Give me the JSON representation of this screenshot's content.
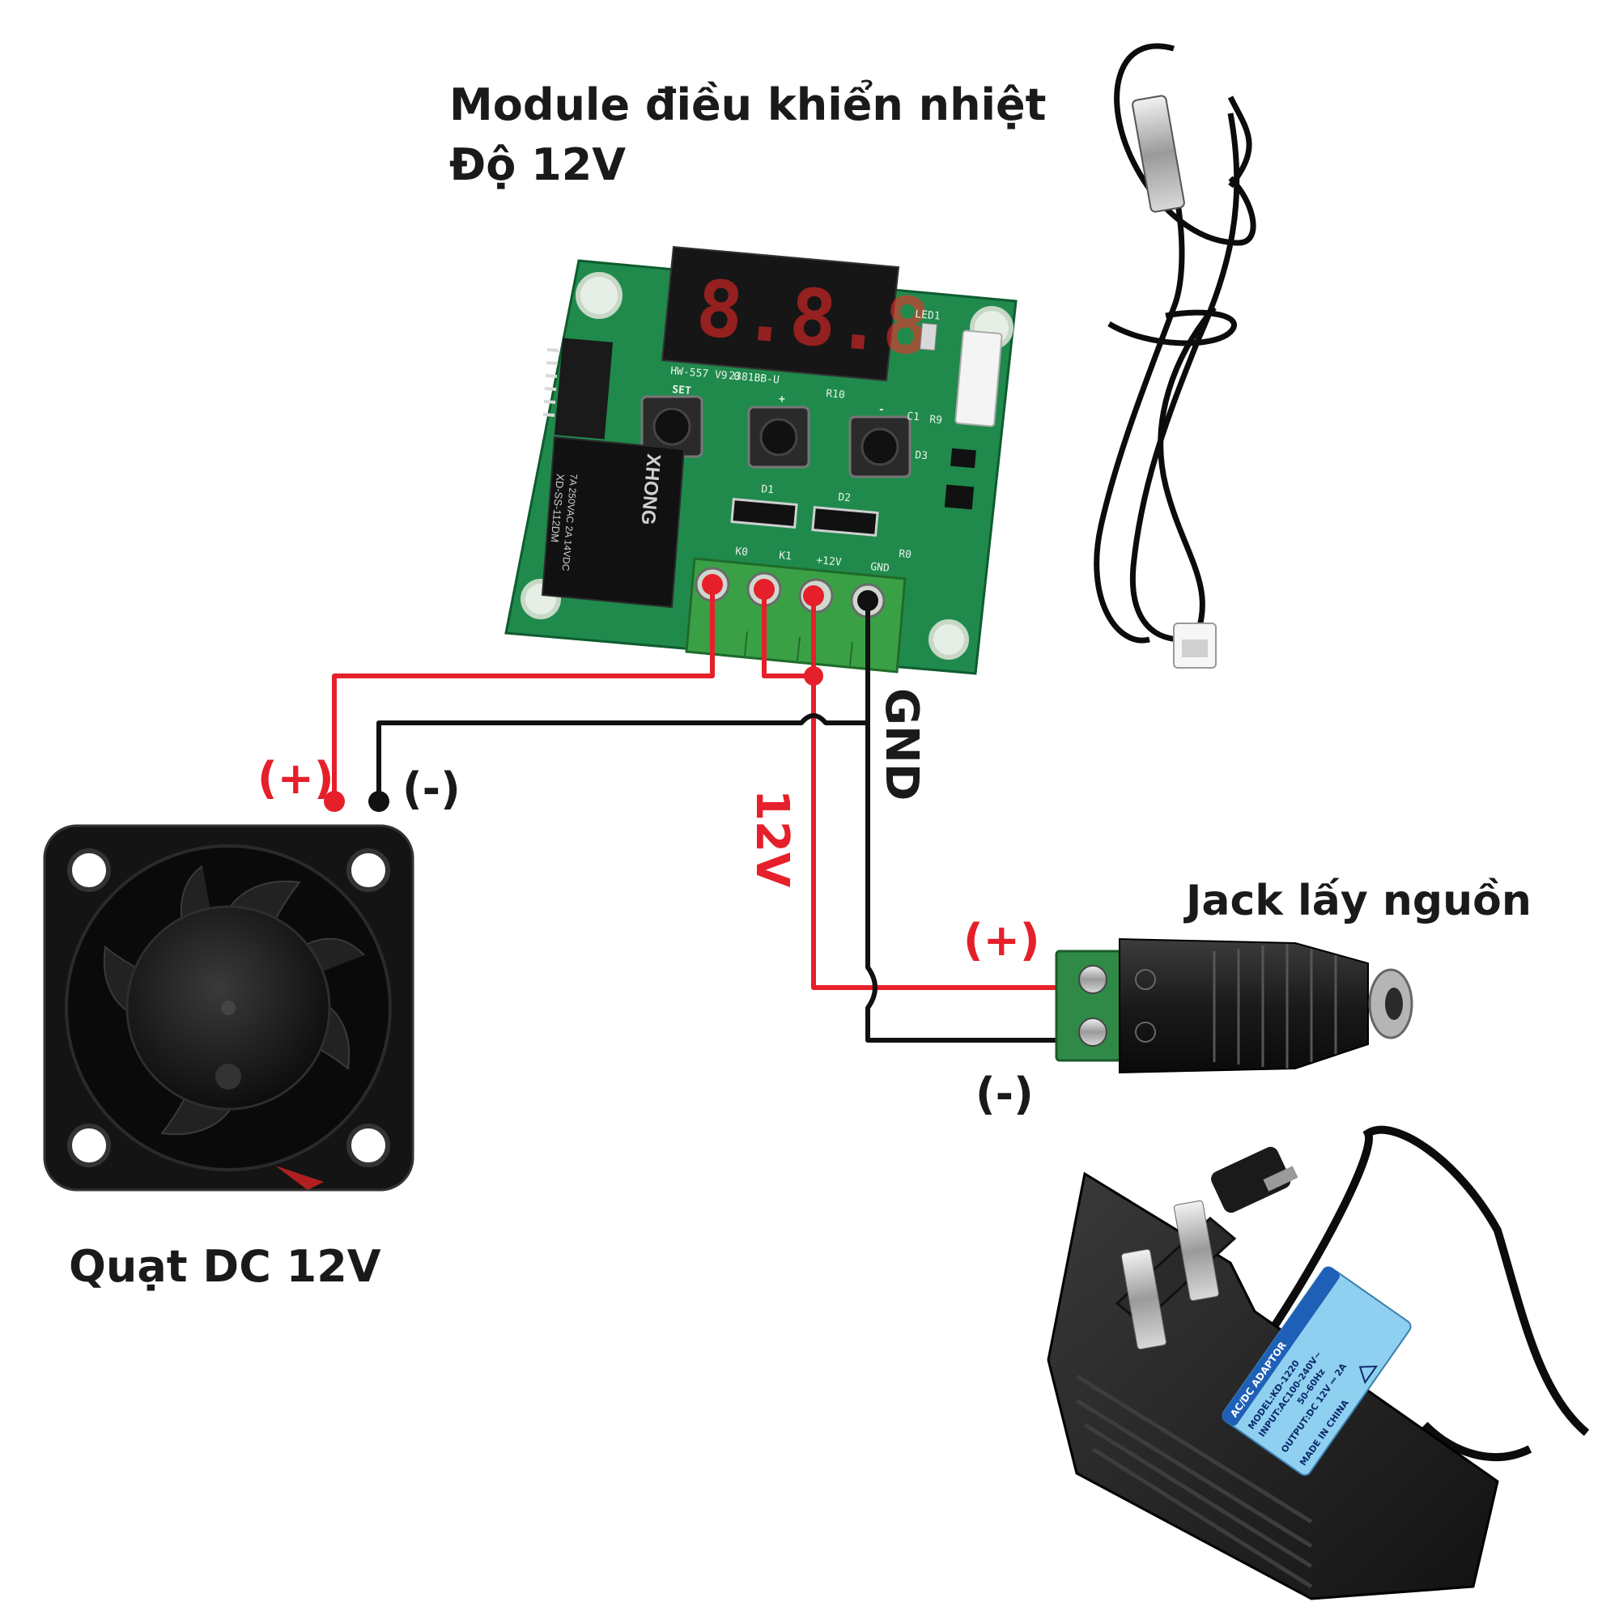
{
  "labels": {
    "module_title_line1": "Module điều khiển nhiệt",
    "module_title_line2": "Độ 12V",
    "jack_title": "Jack lấy nguồn",
    "fan_title": "Quạt DC 12V",
    "fan_plus": "(+)",
    "fan_minus": "(-)",
    "wire_gnd": "GND",
    "wire_12v": "12V",
    "jack_plus": "(+)",
    "jack_minus": "(-)"
  },
  "module": {
    "display_digits": "8.8.8",
    "display_part": "2381BB-U",
    "board_model": "HW-557 V9.0",
    "led_label": "LED1",
    "button_set": "SET",
    "button_plus": "+",
    "button_minus": "-",
    "relay_brand": "XHONG",
    "relay_line1": "7A 250VAC 2A 14VDC",
    "relay_line2": "XD-SS-112DM",
    "terminal_k0": "K0",
    "terminal_k1": "K1",
    "terminal_12v": "+12V",
    "terminal_gnd": "GND",
    "part_d1": "D1",
    "part_d2": "D2",
    "part_d3": "D3",
    "part_r0": "R0",
    "part_r9": "R9",
    "part_r10": "R10",
    "part_c1": "C1"
  },
  "adapter": {
    "header": "AC/DC ADAPTOR",
    "model": "MODEL:KD-1220",
    "input": "INPUT:AC100-240V~",
    "freq": "50-60Hz",
    "output": "OUTPUT:DC 12V ⎓ 2A",
    "made": "MADE IN CHINA"
  },
  "colors": {
    "wire_positive": "#e5202a",
    "wire_negative": "#111111",
    "pcb_green": "#1f8a4c",
    "terminal_green": "#3aa046",
    "display_red": "#ff2a2a",
    "adapter_label_blue": "#8fd0f0"
  }
}
